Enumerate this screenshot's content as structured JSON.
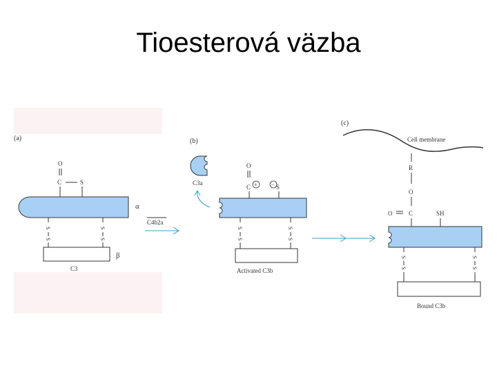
{
  "slide": {
    "title": "Tioesterová väzba"
  },
  "panel_a": {
    "label": "(a)",
    "oxygen": "O",
    "carbon": "C",
    "sulfur": "S",
    "alpha": "α",
    "beta": "β",
    "disulfide_s": "S",
    "name": "C3",
    "enzyme": "C4b2a"
  },
  "panel_b": {
    "label": "(b)",
    "fragment": "C3a",
    "oxygen": "O",
    "carbon": "C",
    "plus": "+",
    "minus": "−",
    "sulfur": "S",
    "disulfide_s": "S",
    "name": "Activated C3b"
  },
  "panel_c": {
    "label": "(c)",
    "membrane": "Cell membrane",
    "r_group": "R",
    "oxygen": "O",
    "carbonyl_o": "O",
    "carbon": "C",
    "thiol": "SH",
    "disulfide_s": "S",
    "name": "Bound C3b"
  },
  "colors": {
    "domain_fill": "#a8d0f5",
    "arrow": "#3a9fc4",
    "shadow": "#fbf3f3"
  }
}
